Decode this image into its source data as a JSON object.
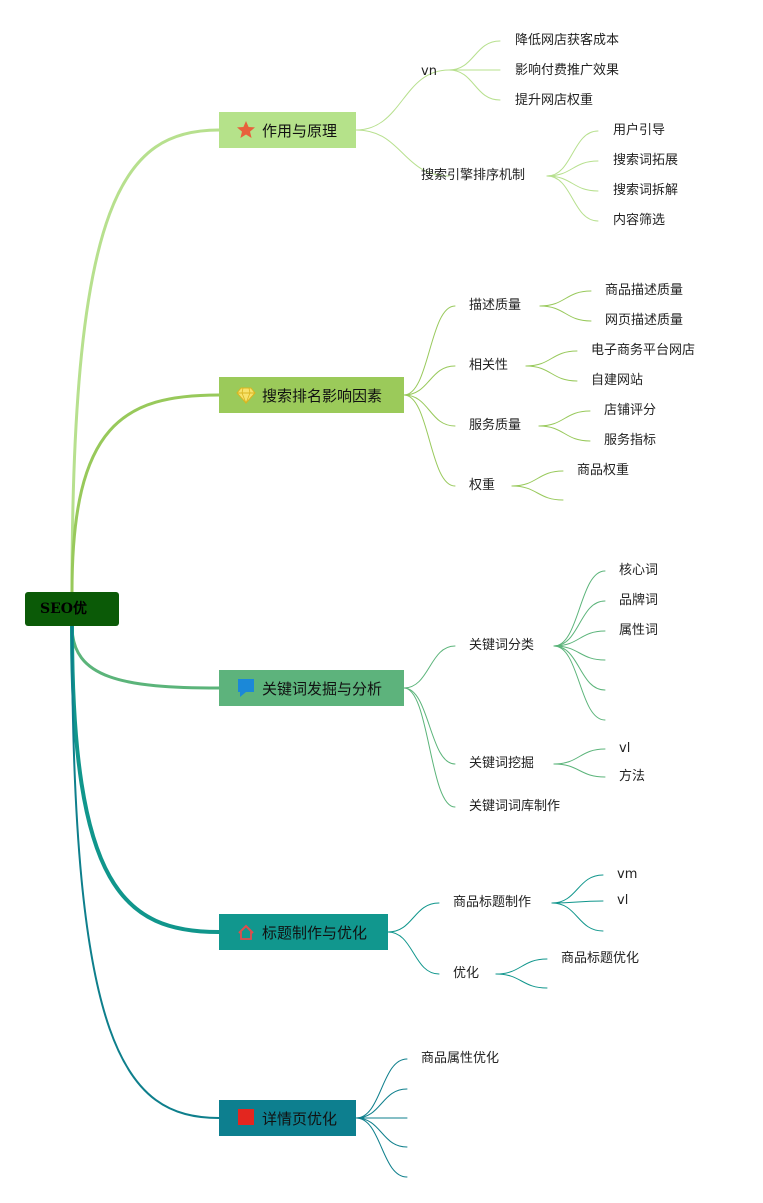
{
  "root": {
    "label": "SEO优"
  },
  "branches": [
    {
      "label": "作用与原理",
      "icon": "star-icon",
      "color": "#b7e08e",
      "box": "#b5e28a",
      "children": [
        {
          "label": "vn",
          "children": [
            "降低网店获客成本",
            "影响付费推广效果",
            "提升网店权重"
          ]
        },
        {
          "label": "搜索引擎排序机制",
          "children": [
            "用户引导",
            "搜索词拓展",
            "搜索词拆解",
            "内容筛选"
          ]
        }
      ]
    },
    {
      "label": "搜索排名影响因素",
      "icon": "diamond-icon",
      "color": "#98c95b",
      "box": "#9bca5a",
      "children": [
        {
          "label": "描述质量",
          "children": [
            "商品描述质量",
            "网页描述质量"
          ]
        },
        {
          "label": "相关性",
          "children": [
            "电子商务平台网店",
            "自建网站"
          ]
        },
        {
          "label": "服务质量",
          "children": [
            "店铺评分",
            "服务指标"
          ]
        },
        {
          "label": "权重",
          "children": [
            "商品权重",
            ""
          ]
        }
      ]
    },
    {
      "label": "关键词发掘与分析",
      "icon": "flag-icon",
      "color": "#5bb47a",
      "box": "#5db37c",
      "children": [
        {
          "label": "关键词分类",
          "children": [
            "核心词",
            "品牌词",
            "属性词",
            "",
            "",
            ""
          ]
        },
        {
          "label": "关键词挖掘",
          "children": [
            "vl",
            "方法"
          ]
        },
        {
          "label": "关键词词库制作",
          "children": []
        }
      ]
    },
    {
      "label": "标题制作与优化",
      "icon": "home-icon",
      "color": "#10968c",
      "box": "#11978e",
      "children": [
        {
          "label": "商品标题制作",
          "children": [
            "vm",
            "vl",
            ""
          ]
        },
        {
          "label": "优化",
          "children": [
            "商品标题优化",
            ""
          ]
        }
      ]
    },
    {
      "label": "详情页优化",
      "icon": "square-icon",
      "color": "#0e7f8c",
      "box": "#0d7f8f",
      "children": [
        {
          "label": "商品属性优化",
          "children": []
        },
        {
          "label": "",
          "children": []
        },
        {
          "label": "",
          "children": []
        },
        {
          "label": "",
          "children": []
        },
        {
          "label": "",
          "children": []
        }
      ]
    }
  ]
}
